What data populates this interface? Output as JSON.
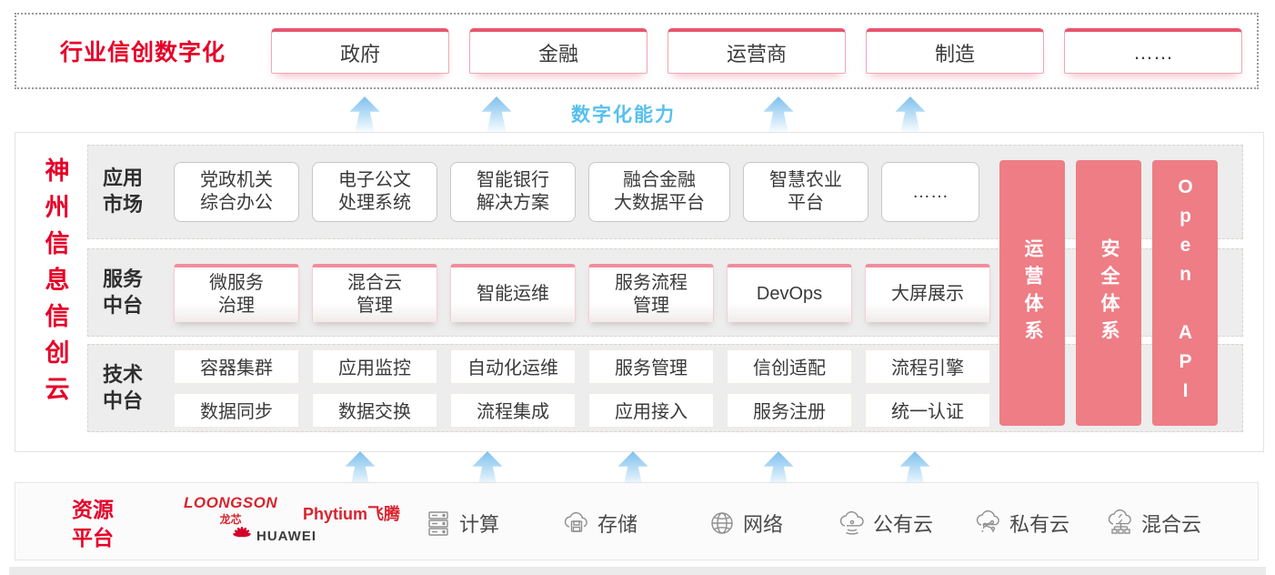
{
  "top": {
    "label": "行业信创数字化",
    "industries": [
      "政府",
      "金融",
      "运营商",
      "制造",
      "……"
    ]
  },
  "capability_label": "数字化能力",
  "main": {
    "vertical_title": "神\n州\n信\n息\n信\n创\n云",
    "app_market": {
      "label": "应用\n市场",
      "items": [
        "党政机关\n综合办公",
        "电子公文\n处理系统",
        "智能银行\n解决方案",
        "融合金融\n大数据平台",
        "智慧农业\n平台",
        "……"
      ]
    },
    "service_platform": {
      "label": "服务\n中台",
      "items": [
        "微服务\n治理",
        "混合云\n管理",
        "智能运维",
        "服务流程\n管理",
        "DevOps",
        "大屏展示"
      ]
    },
    "tech_platform": {
      "label": "技术\n中台",
      "items_top": [
        "容器集群",
        "应用监控",
        "自动化运维",
        "服务管理",
        "信创适配",
        "流程引擎"
      ],
      "items_bottom": [
        "数据同步",
        "数据交换",
        "流程集成",
        "应用接入",
        "服务注册",
        "统一认证"
      ]
    },
    "pillars": [
      "运营体系",
      "安全体系",
      "Open API"
    ]
  },
  "resources": {
    "label": "资源\n平台",
    "vendors": {
      "loongson": "LOONGSON",
      "loongson_sub": "龙芯",
      "phytium": "Phytium飞腾",
      "huawei": "HUAWEI"
    },
    "items": [
      "计算",
      "存储",
      "网络",
      "公有云",
      "私有云",
      "混合云"
    ]
  },
  "colors": {
    "accent_red": "#e60028",
    "pillar_pink": "#ee7d85",
    "box_border_pink": "#e8566e",
    "capability_blue": "#56c0ef"
  }
}
